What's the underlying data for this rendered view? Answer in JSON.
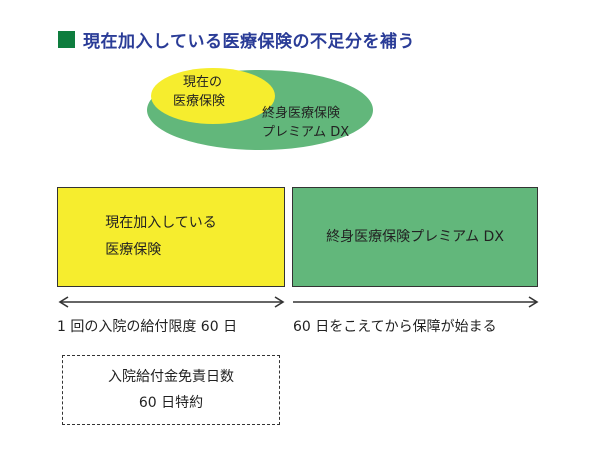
{
  "heading": {
    "title": "現在加入している医療保険の不足分を補う"
  },
  "venn": {
    "inner_label_line1": "現在の",
    "inner_label_line2": "医療保険",
    "outer_label_line1": "終身医療保険",
    "outer_label_line2": "プレミアム DX"
  },
  "boxes": {
    "current_line1": "現在加入している",
    "current_line2": "医療保険",
    "premium": "終身医療保険プレミアム DX"
  },
  "timeline": {
    "left_label": "1 回の入院の給付限度 60 日",
    "right_label": "60 日をこえてから保障が始まる"
  },
  "note": {
    "line1": "入院給付金免責日数",
    "line2": "60 日特約"
  },
  "colors": {
    "title": "#2a3c97",
    "bullet": "#0e7d3e",
    "yellow": "#f6ed2e",
    "green": "#62b77b"
  }
}
